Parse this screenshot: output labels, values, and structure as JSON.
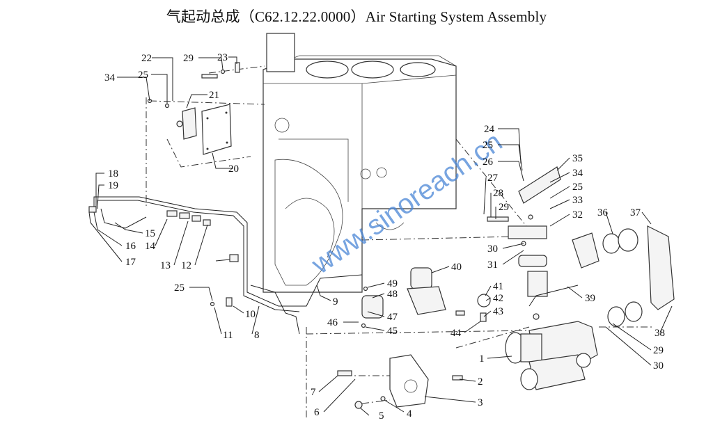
{
  "title": "气起动总成（C62.12.22.0000）Air Starting System Assembly",
  "watermark": "www.sinoreach.cn",
  "callouts": [
    "1",
    "2",
    "3",
    "4",
    "5",
    "6",
    "7",
    "8",
    "9",
    "10",
    "11",
    "12",
    "13",
    "14",
    "15",
    "16",
    "17",
    "18",
    "19",
    "20",
    "21",
    "22",
    "23",
    "24",
    "25",
    "26",
    "27",
    "28",
    "29",
    "30",
    "31",
    "32",
    "33",
    "34",
    "35",
    "36",
    "37",
    "38",
    "39",
    "40",
    "41",
    "42",
    "43",
    "44",
    "45",
    "46",
    "47",
    "48",
    "49"
  ],
  "labels": [
    {
      "id": "22",
      "text": "22"
    },
    {
      "id": "29a",
      "text": "29"
    },
    {
      "id": "23",
      "text": "23"
    },
    {
      "id": "34a",
      "text": "34"
    },
    {
      "id": "25a",
      "text": "25"
    },
    {
      "id": "21",
      "text": "21"
    },
    {
      "id": "20",
      "text": "20"
    },
    {
      "id": "18",
      "text": "18"
    },
    {
      "id": "19",
      "text": "19"
    },
    {
      "id": "15",
      "text": "15"
    },
    {
      "id": "16",
      "text": "16"
    },
    {
      "id": "14",
      "text": "14"
    },
    {
      "id": "17",
      "text": "17"
    },
    {
      "id": "13",
      "text": "13"
    },
    {
      "id": "12",
      "text": "12"
    },
    {
      "id": "25b",
      "text": "25"
    },
    {
      "id": "10",
      "text": "10"
    },
    {
      "id": "11",
      "text": "11"
    },
    {
      "id": "8",
      "text": "8"
    },
    {
      "id": "9",
      "text": "9"
    },
    {
      "id": "49",
      "text": "49"
    },
    {
      "id": "48",
      "text": "48"
    },
    {
      "id": "47",
      "text": "47"
    },
    {
      "id": "46",
      "text": "46"
    },
    {
      "id": "45",
      "text": "45"
    },
    {
      "id": "40",
      "text": "40"
    },
    {
      "id": "41",
      "text": "41"
    },
    {
      "id": "42",
      "text": "42"
    },
    {
      "id": "43",
      "text": "43"
    },
    {
      "id": "44",
      "text": "44"
    },
    {
      "id": "24",
      "text": "24"
    },
    {
      "id": "25c",
      "text": "25"
    },
    {
      "id": "26",
      "text": "26"
    },
    {
      "id": "27",
      "text": "27"
    },
    {
      "id": "28",
      "text": "28"
    },
    {
      "id": "29b",
      "text": "29"
    },
    {
      "id": "35",
      "text": "35"
    },
    {
      "id": "34b",
      "text": "34"
    },
    {
      "id": "25d",
      "text": "25"
    },
    {
      "id": "33",
      "text": "33"
    },
    {
      "id": "32",
      "text": "32"
    },
    {
      "id": "30a",
      "text": "30"
    },
    {
      "id": "31",
      "text": "31"
    },
    {
      "id": "36",
      "text": "36"
    },
    {
      "id": "37",
      "text": "37"
    },
    {
      "id": "39",
      "text": "39"
    },
    {
      "id": "38",
      "text": "38"
    },
    {
      "id": "29c",
      "text": "29"
    },
    {
      "id": "30b",
      "text": "30"
    },
    {
      "id": "1",
      "text": "1"
    },
    {
      "id": "2",
      "text": "2"
    },
    {
      "id": "3",
      "text": "3"
    },
    {
      "id": "4",
      "text": "4"
    },
    {
      "id": "5",
      "text": "5"
    },
    {
      "id": "6",
      "text": "6"
    },
    {
      "id": "7",
      "text": "7"
    }
  ]
}
